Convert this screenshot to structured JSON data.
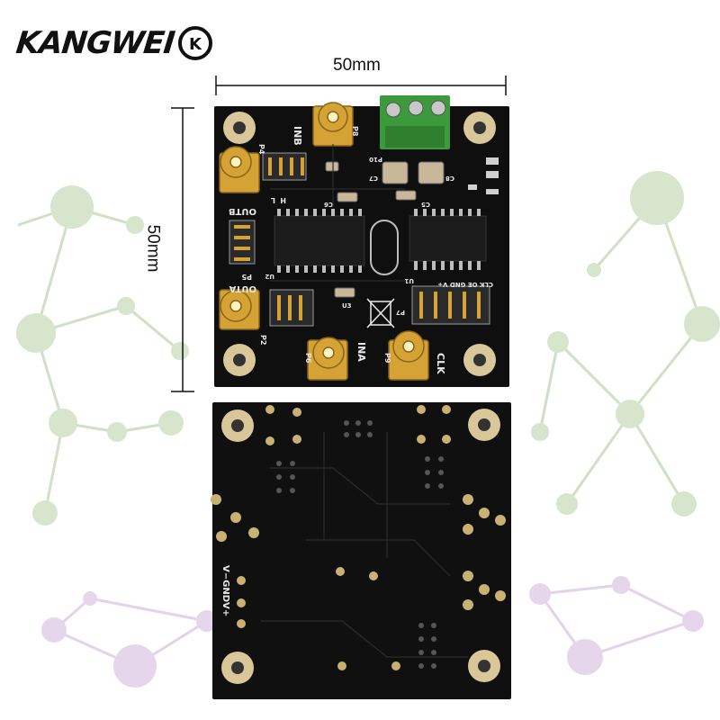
{
  "brand": {
    "name": "KANGWEI",
    "badge": "K"
  },
  "dimensions": {
    "width_label": "50mm",
    "height_label": "50mm"
  },
  "board_top_labels": {
    "inb": "INB",
    "ina": "INA",
    "clk": "CLK",
    "outb": "OUTB",
    "outa": "OUTA",
    "p8": "P8",
    "p4": "P4",
    "p5": "P5",
    "p2": "P2",
    "p6": "P6",
    "p9": "P9",
    "p10": "P10",
    "u1": "U1",
    "u2": "U2",
    "u3": "U3",
    "p7": "P7",
    "c7": "C7",
    "c8": "C8",
    "c5": "C5",
    "c6": "C6",
    "h": "H",
    "l": "L",
    "header_labels": "CLK OE GND V+"
  },
  "board_bottom_labels": {
    "power_pins": "V−GNDV+"
  },
  "colors": {
    "pcb": "#101010",
    "gold": "#d4a235",
    "terminal": "#3c9a3c",
    "network_green": "#cfe0c4",
    "network_purple": "#e3d2ea"
  }
}
